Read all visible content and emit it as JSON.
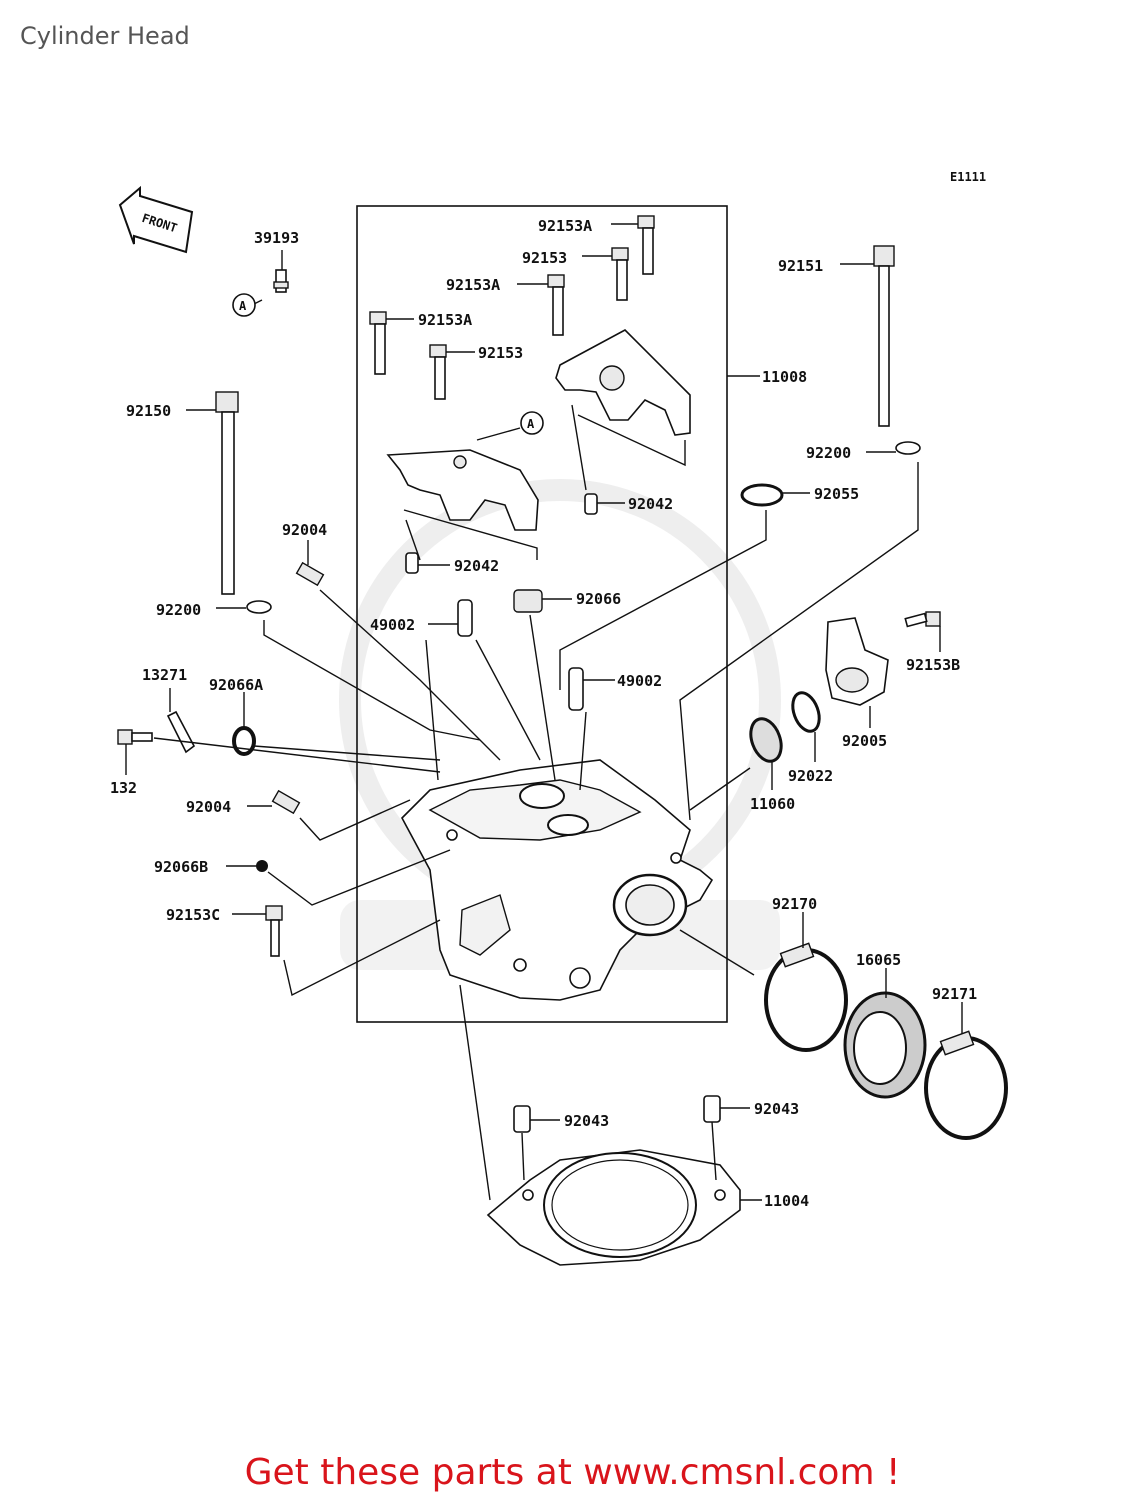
{
  "title": "Cylinder Head",
  "diagram_code": "E1111",
  "front_label": "FRONT",
  "marker": "A",
  "footer": "Get these parts at www.cmsnl.com !",
  "labels": {
    "p39193": "39193",
    "p92153A_top": "92153A",
    "p92153_top": "92153",
    "p92153A_mid": "92153A",
    "p92151": "92151",
    "p92153A_left": "92153A",
    "p92153_left": "92153",
    "p11008": "11008",
    "p92150": "92150",
    "p92200_right": "92200",
    "p92055": "92055",
    "p92042_right": "92042",
    "p92004_top": "92004",
    "p92042_left": "92042",
    "p92200_left": "92200",
    "p92066": "92066",
    "p49002_left": "49002",
    "p92153B": "92153B",
    "p13271": "13271",
    "p92066A": "92066A",
    "p49002_right": "49002",
    "p92005": "92005",
    "p132": "132",
    "p92022": "92022",
    "p92004_bottom": "92004",
    "p11060": "11060",
    "p92066B": "92066B",
    "p92170": "92170",
    "p92153C": "92153C",
    "p16065": "16065",
    "p92171": "92171",
    "p92043_left": "92043",
    "p92043_right": "92043",
    "p11004": "11004"
  }
}
